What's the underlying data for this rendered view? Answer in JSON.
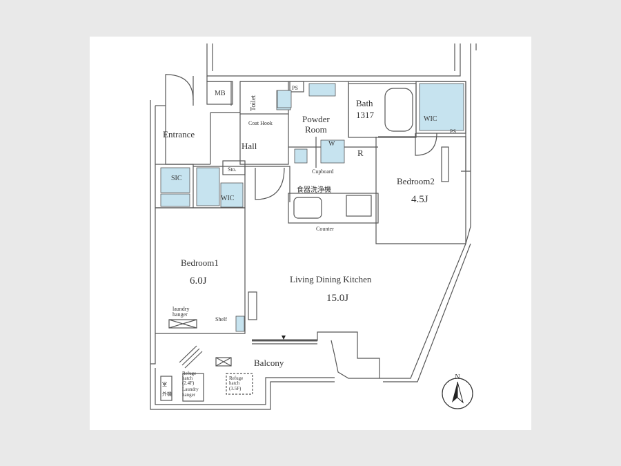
{
  "floor_plan": {
    "rooms": {
      "mb": "MB",
      "toilet": "Toilet",
      "ps_top": "PS",
      "ps_right": "PS",
      "bath": "Bath",
      "bath_size": "1317",
      "wic_top": "WIC",
      "coat_hook": "Coat Hook",
      "powder_room_1": "Powder",
      "powder_room_2": "Room",
      "entrance": "Entrance",
      "hall": "Hall",
      "w": "W",
      "r": "R",
      "cupboard": "Cupboard",
      "sto": "Sto.",
      "sic": "SIC",
      "wic_left": "WIC",
      "dishwasher": "食器洗浄機",
      "counter": "Counter",
      "bedroom2": "Bedroom2",
      "bedroom2_size": "4.5J",
      "bedroom1": "Bedroom1",
      "bedroom1_size": "6.0J",
      "ldk": "Living Dining Kitchen",
      "ldk_size": "15.0J",
      "laundry_hanger_1": "laundry",
      "laundry_hanger_2": "hanger",
      "shelf": "Shelf",
      "balcony": "Balcony",
      "refuge_hatch_left_1": "Refuge",
      "refuge_hatch_left_2": "hatch",
      "refuge_hatch_left_3": "(2.4F)",
      "refuge_hatch_left_4": "Laundry",
      "refuge_hatch_left_5": "hanger",
      "refuge_hatch_right_1": "Refuge",
      "refuge_hatch_right_2": "hatch",
      "refuge_hatch_right_3": "(3.5F)",
      "outdoor_unit_1": "室",
      "outdoor_unit_2": "外機"
    },
    "north_label": "N",
    "colors": {
      "wall": "#555555",
      "storage_fill": "#c6e3ef",
      "line": "#666666",
      "background": "#e9e9e9",
      "sheet": "#ffffff"
    }
  }
}
